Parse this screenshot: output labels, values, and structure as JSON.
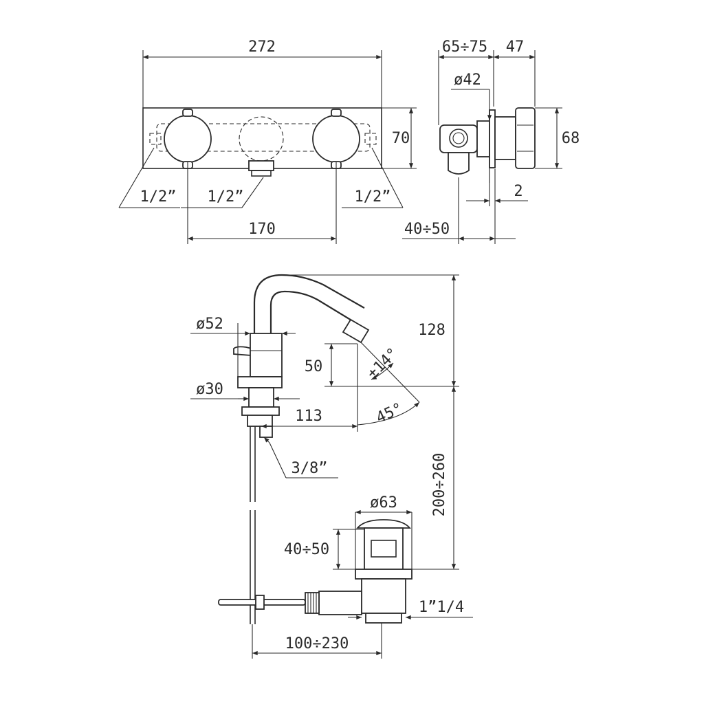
{
  "top_view": {
    "width_total": "272",
    "height": "70",
    "thread_left": "1/2”",
    "thread_center": "1/2”",
    "thread_right": "1/2”",
    "center_distance": "170"
  },
  "side_view": {
    "wall_depth": "65÷75",
    "plate_depth": "47",
    "diameter": "ø42",
    "height": "68",
    "offset": "2",
    "pipe_depth": "40÷50"
  },
  "bidet_view": {
    "spout_height": "128",
    "base_diameter": "ø52",
    "aerator_height": "50",
    "swivel_angle": "±14°",
    "shank_diameter": "ø30",
    "reach": "113",
    "tilt_angle": "45°",
    "connection": "3/8”",
    "mount_height": "200÷260",
    "waste_diameter": "ø63",
    "waste_height": "40÷50",
    "waste_thread": "1”1/4",
    "rod_length": "100÷230"
  },
  "colors": {
    "line": "#2a2a2a",
    "background": "#ffffff"
  }
}
